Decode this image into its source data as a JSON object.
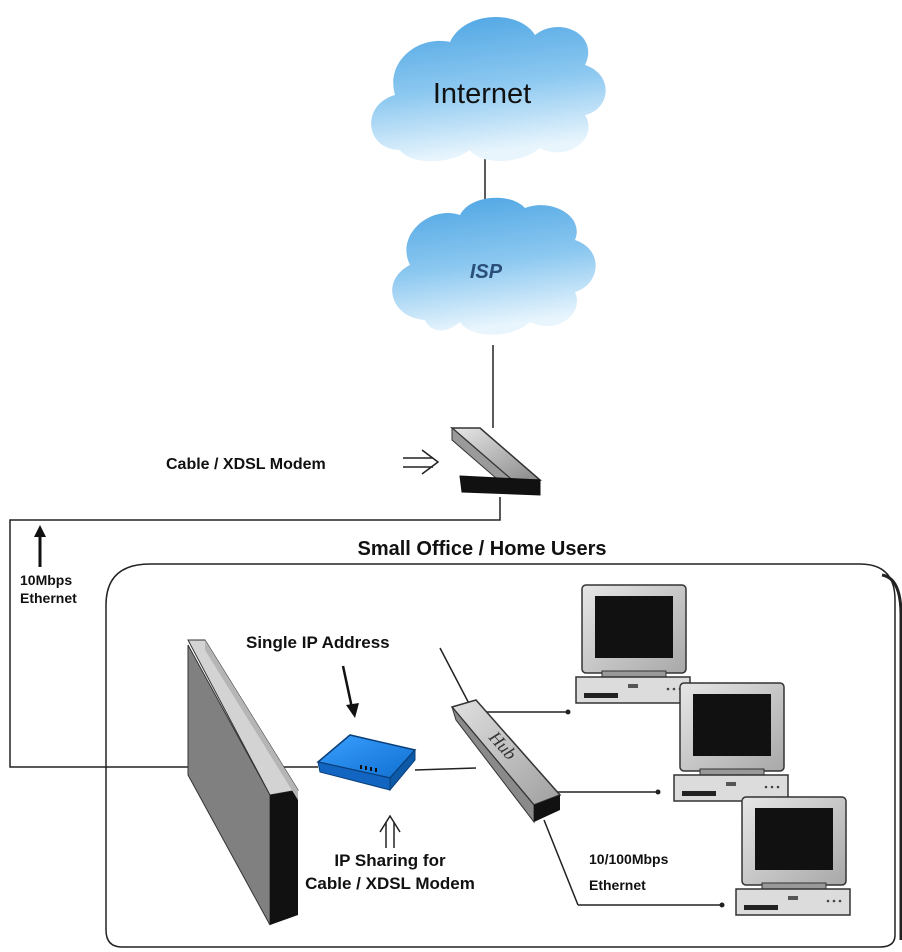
{
  "clouds": {
    "internet_label": "Internet",
    "isp_label": "ISP"
  },
  "labels": {
    "modem": "Cable / XDSL Modem",
    "office_title": "Small Office / Home Users",
    "wan_speed": "10Mbps",
    "wan_type": "Ethernet",
    "single_ip": "Single IP Address",
    "hub": "Hub",
    "ip_sharing_line1": "IP Sharing for",
    "ip_sharing_line2": "Cable / XDSL Modem",
    "lan_speed": "10/100Mbps",
    "lan_type": "Ethernet"
  },
  "icons": {
    "cloud": "cloud-icon",
    "modem": "modem-icon",
    "router": "router-icon",
    "hub": "hub-icon",
    "firewall": "firewall-wall-icon",
    "computer": "computer-icon"
  },
  "colors": {
    "cloud": "#5aaee6",
    "router": "#1e90ff",
    "wall_front": "#777777",
    "wall_top": "#d4d4d4",
    "line": "#222222"
  }
}
